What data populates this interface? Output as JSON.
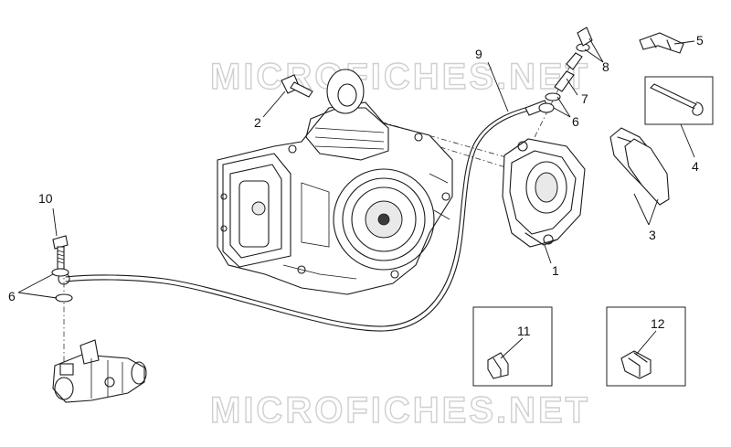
{
  "watermark": {
    "text": "MICROFICHES.NET"
  },
  "callouts": {
    "c1": "1",
    "c2": "2",
    "c3": "3",
    "c4": "4",
    "c5": "5",
    "c6_pipe": "6",
    "c6_pump": "6",
    "c7": "7",
    "c8": "8",
    "c9": "9",
    "c10": "10",
    "c11": "11",
    "c12": "12"
  },
  "colors": {
    "line": "#1a1a1a",
    "watermark": "#cfcfcf",
    "background": "#ffffff"
  }
}
